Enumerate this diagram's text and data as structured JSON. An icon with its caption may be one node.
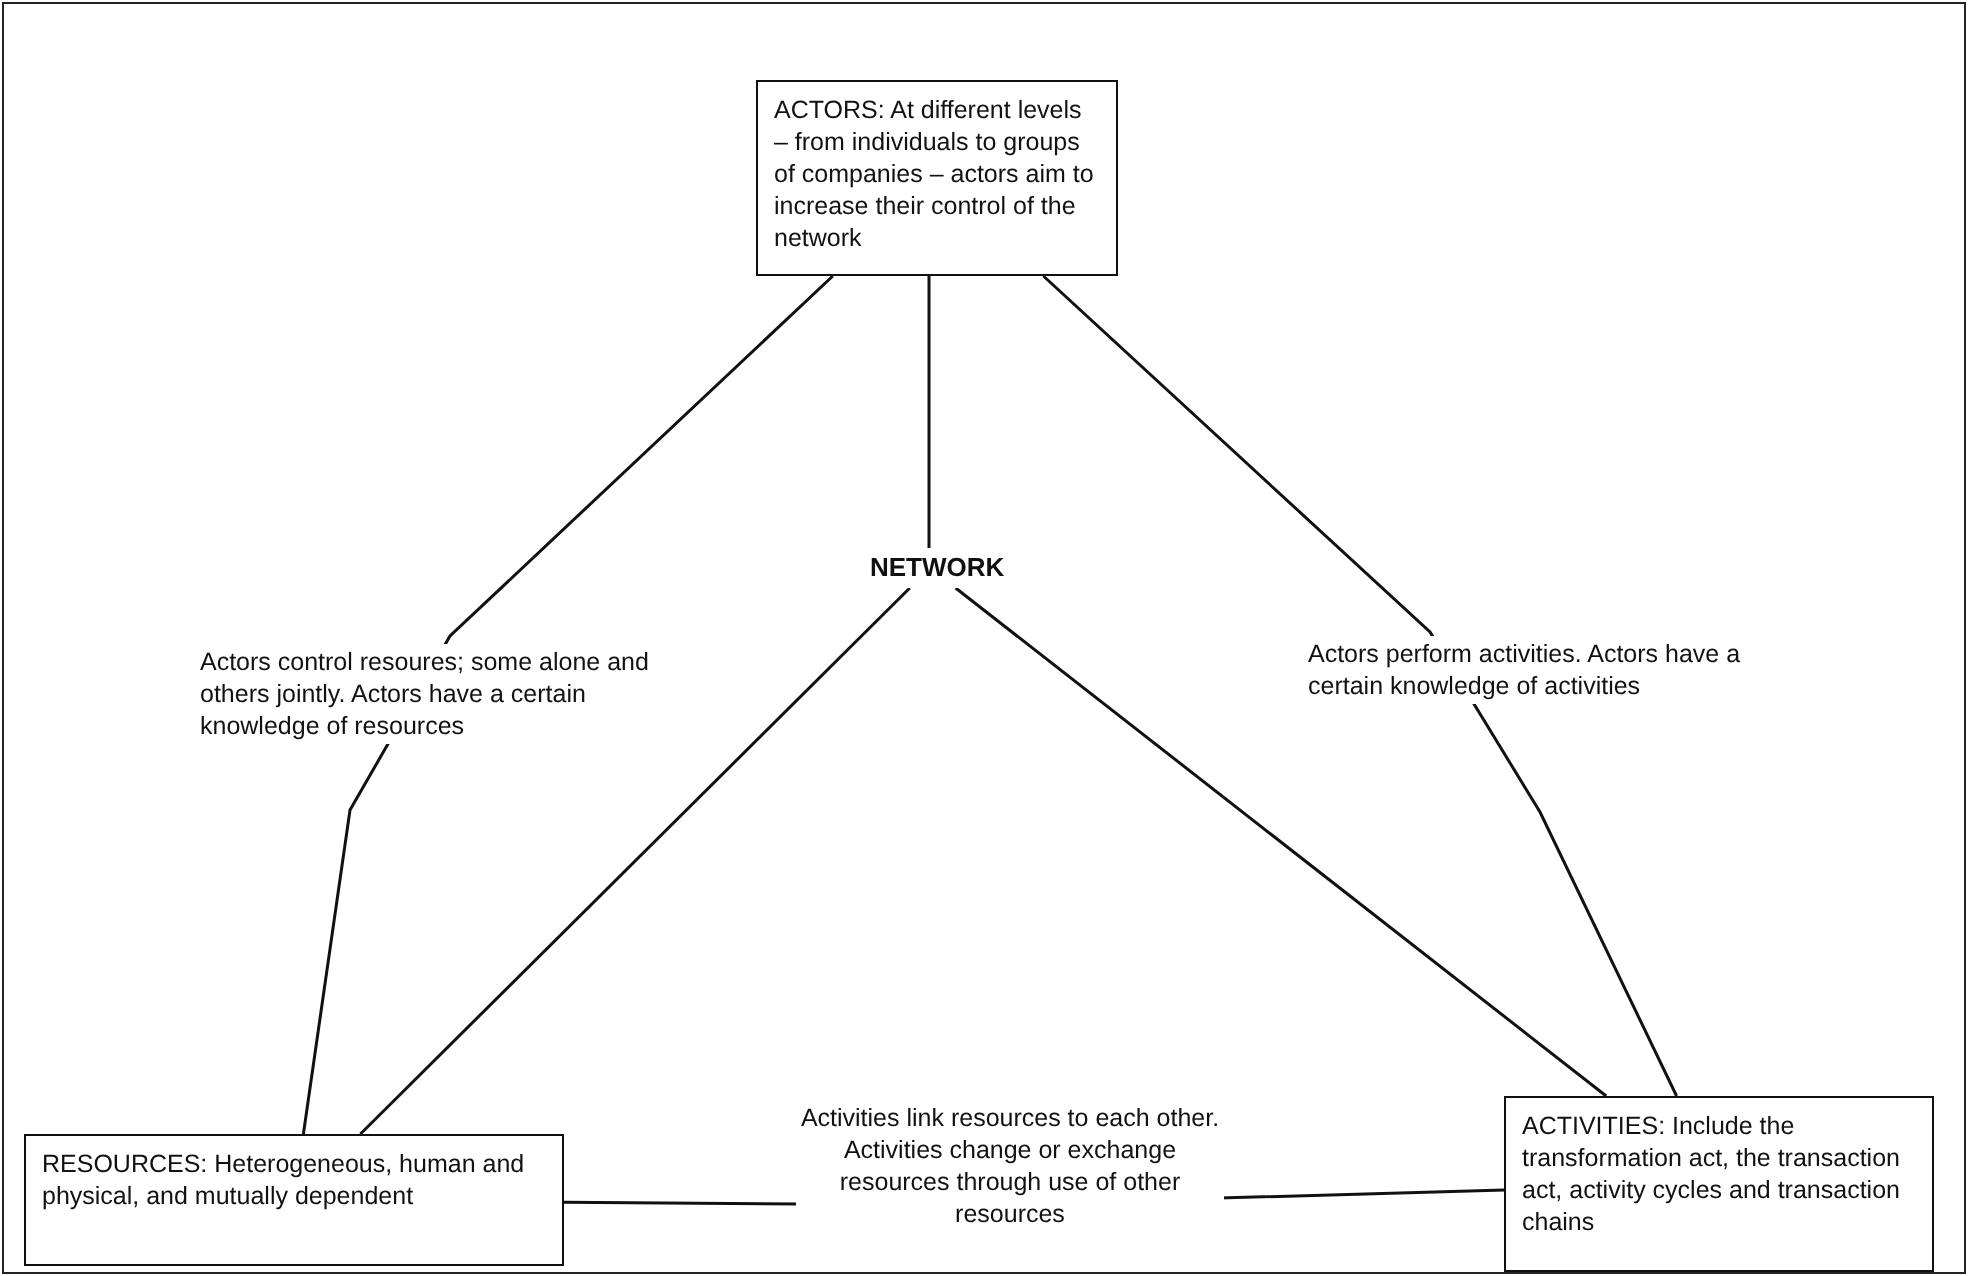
{
  "diagram": {
    "nodes": [
      {
        "text": [
          "ACTORS: At different levels – from individuals to groups of companies – actors aim to increase their control of the network"
        ]
      },
      {
        "text": [
          "NETWORK"
        ]
      },
      {
        "text": [
          "RESOURCES: Heterogeneous, human and physical, and mutually dependent"
        ]
      },
      {
        "text": [
          "ACTIVITIES: Include the transformation act, the transaction act, activity cycles and transaction chains"
        ]
      }
    ],
    "edges": [
      {
        "from": 0,
        "to": 2,
        "arrow": "none",
        "label": "Actors control resoures; some alone and others jointly. Actors have a certain knowledge of resources"
      },
      {
        "from": 0,
        "to": 3,
        "arrow": "none",
        "label": "Actors perform activities. Actors have a certain knowledge of activities"
      },
      {
        "from": 0,
        "to": 1,
        "arrow": "none"
      },
      {
        "from": 1,
        "to": 2,
        "arrow": "none"
      },
      {
        "from": 1,
        "to": 3,
        "arrow": "none"
      },
      {
        "from": 2,
        "to": 3,
        "arrow": "none",
        "label": "Activities link resources to each other. Activities change or exchange resources through use of other resources"
      }
    ]
  }
}
